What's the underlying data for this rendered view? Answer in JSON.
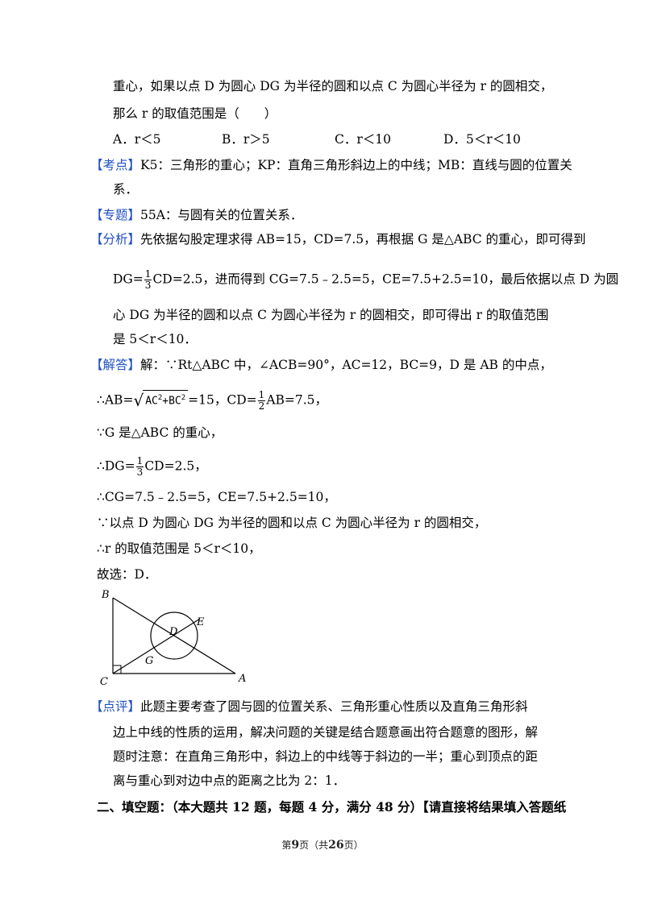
{
  "question": {
    "line1": "重心，如果以点 D 为圆心 DG 为半径的圆和以点 C 为圆心半径为 r 的圆相交，",
    "line2": "那么 r 的取值范围是（　　）",
    "options": [
      "A．r＜5",
      "B．r＞5",
      "C．r＜10",
      "D．5＜r＜10"
    ]
  },
  "kaodian": {
    "tag": "【考点】",
    "text1": "K5：三角形的重心；KP：直角三角形斜边上的中线；MB：直线与圆的位置关",
    "text2": "系．"
  },
  "zhuanti": {
    "tag": "【专题】",
    "text": "55A：与圆有关的位置关系．"
  },
  "fenxi": {
    "tag": "【分析】",
    "text1": "先依据勾股定理求得 AB=15，CD=7.5，再根据 G 是△ABC 的重心，即可得到",
    "dg_prefix": "DG=",
    "frac_num": "1",
    "frac_den": "3",
    "text2_rest": "CD=2.5，进而得到 CG=7.5﹣2.5=5，CE=7.5+2.5=10，最后依据以点 D 为圆",
    "text3": "心 DG 为半径的圆和以点 C 为圆心半径为 r 的圆相交，即可得出 r 的取值范围",
    "text4": "是 5＜r＜10．"
  },
  "jieda": {
    "tag": "【解答】",
    "line1": "解：∵Rt△ABC 中，∠ACB=90°，AC=12，BC=9，D 是 AB 的中点，",
    "line2_prefix": "∴AB=",
    "sqrt_a": "AC",
    "sqrt_plus": "+BC",
    "exp": "2",
    "line2_mid": "=15，CD=",
    "frac2_num": "1",
    "frac2_den": "2",
    "line2_suffix": "AB=7.5，",
    "line3": "∵G 是△ABC 的重心，",
    "line4_prefix": "∴DG=",
    "frac3_num": "1",
    "frac3_den": "3",
    "line4_suffix": "CD=2.5，",
    "line5": "∴CG=7.5﹣2.5=5，CE=7.5+2.5=10，",
    "line6": "∵以点 D 为圆心 DG 为半径的圆和以点 C 为圆心半径为 r 的圆相交，",
    "line7": "∴r 的取值范围是 5＜r＜10，",
    "line8": "故选：D．"
  },
  "figure": {
    "labels": {
      "B": "B",
      "C": "C",
      "A": "A",
      "D": "D",
      "E": "E",
      "G": "G"
    }
  },
  "dianping": {
    "tag": "【点评】",
    "text1": "此题主要考查了圆与圆的位置关系、三角形重心性质以及直角三角形斜",
    "text2": "边上中线的性质的运用，解决问题的关键是结合题意画出符合题意的图形，解",
    "text3": "题时注意：在直角三角形中，斜边上的中线等于斜边的一半；重心到顶点的距",
    "text4": "离与重心到对边中点的距离之比为 2：1．"
  },
  "section": {
    "text": "二、填空题：（本大题共 12 题，每题 4 分，满分 48 分）【请直接将结果填入答题纸"
  },
  "footer": {
    "prefix": "第",
    "page": "9",
    "mid": "页（共",
    "total": "26",
    "suffix": "页）"
  },
  "colors": {
    "tag": "#1f4fbf"
  }
}
